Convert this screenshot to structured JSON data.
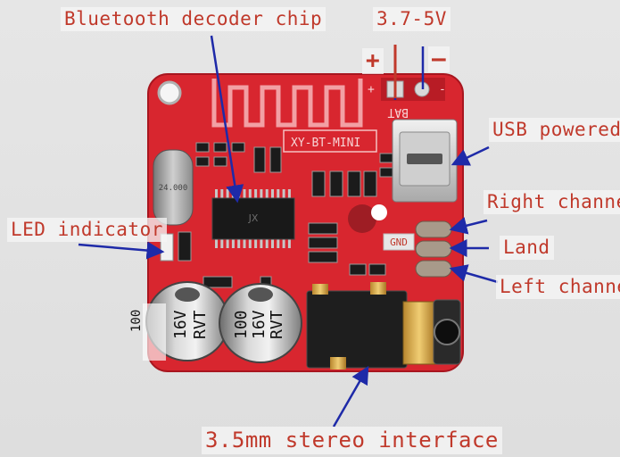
{
  "image": {
    "subject": "Bluetooth audio decoder board",
    "board_color": "#d8262f",
    "label_color": "#c0392b",
    "pointer_color": "#1e2aa8"
  },
  "board_text": {
    "model": "XY-BT-MINI",
    "bat": "BAT",
    "plus_mark": "+",
    "minus_mark": "-",
    "gnd": "GND",
    "crystal_mark": "24.000",
    "cap_left_top": "100",
    "cap_left_mid": "16V",
    "cap_left_bot": "RVT",
    "cap_right_top": "100",
    "cap_right_mid": "16V",
    "cap_right_bot": "RVT"
  },
  "callouts": {
    "chip": "Bluetooth decoder chip",
    "voltage": "3.7-5V",
    "plus": "+",
    "minus": "—",
    "usb": "USB powered",
    "right": "Right channel",
    "land": "Land",
    "left": "Left channel",
    "led": "LED indicator",
    "jack": "3.5mm stereo interface"
  }
}
